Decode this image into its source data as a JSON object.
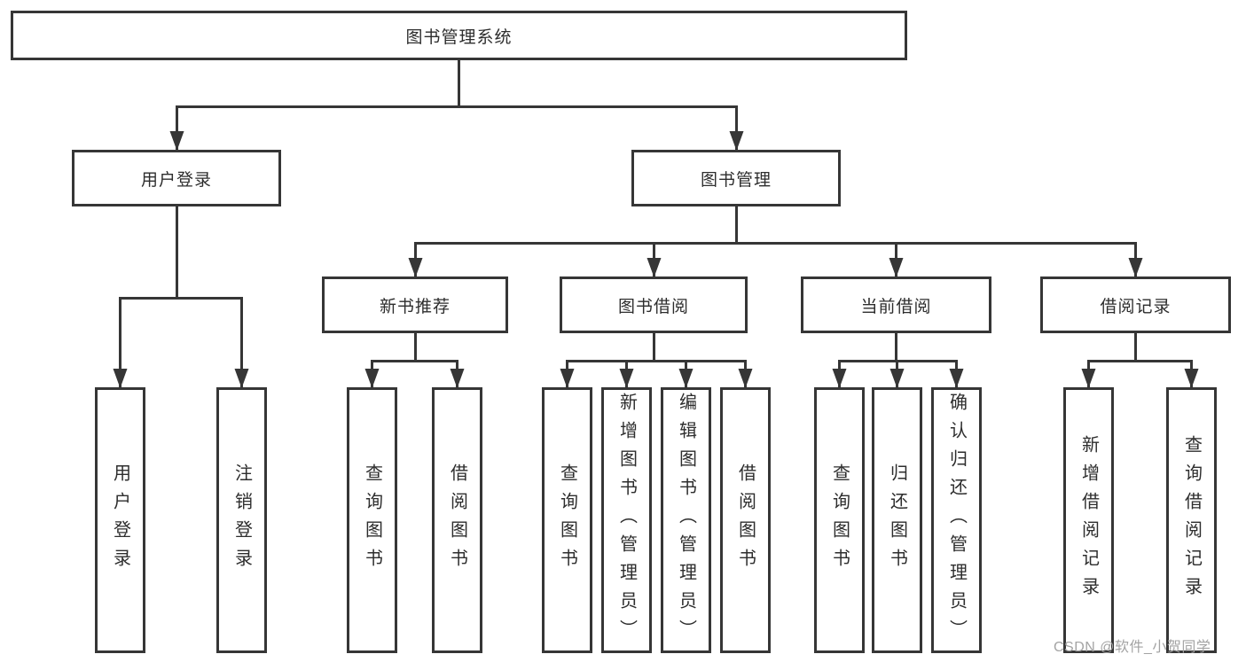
{
  "colors": {
    "line": "#363636",
    "text": "#2d2d2d",
    "background": "#ffffff",
    "watermark": "#a3a3a3"
  },
  "diagram": {
    "root": {
      "label": "图书管理系统"
    },
    "level2": [
      {
        "id": "user-login",
        "label": "用户登录"
      },
      {
        "id": "book-management",
        "label": "图书管理"
      }
    ],
    "level3": [
      {
        "id": "new-book-recommendation",
        "parent": "图书管理",
        "label": "新书推荐"
      },
      {
        "id": "book-borrowing",
        "parent": "图书管理",
        "label": "图书借阅"
      },
      {
        "id": "current-borrowing",
        "parent": "图书管理",
        "label": "当前借阅"
      },
      {
        "id": "borrowing-records",
        "parent": "图书管理",
        "label": "借阅记录"
      }
    ],
    "leaves": [
      {
        "parent": "用户登录",
        "label": "用户登录"
      },
      {
        "parent": "用户登录",
        "label": "注销登录"
      },
      {
        "parent": "新书推荐",
        "label": "查询图书"
      },
      {
        "parent": "新书推荐",
        "label": "借阅图书"
      },
      {
        "parent": "图书借阅",
        "label": "查询图书"
      },
      {
        "parent": "图书借阅",
        "label": "新增图书（管理员）"
      },
      {
        "parent": "图书借阅",
        "label": "编辑图书（管理员）"
      },
      {
        "parent": "图书借阅",
        "label": "借阅图书"
      },
      {
        "parent": "当前借阅",
        "label": "查询图书"
      },
      {
        "parent": "当前借阅",
        "label": "归还图书"
      },
      {
        "parent": "当前借阅",
        "label": "确认归还（管理员）"
      },
      {
        "parent": "借阅记录",
        "label": "新增借阅记录"
      },
      {
        "parent": "借阅记录",
        "label": "查询借阅记录"
      }
    ]
  },
  "watermark": {
    "text": "CSDN @软件_小贺同学"
  }
}
